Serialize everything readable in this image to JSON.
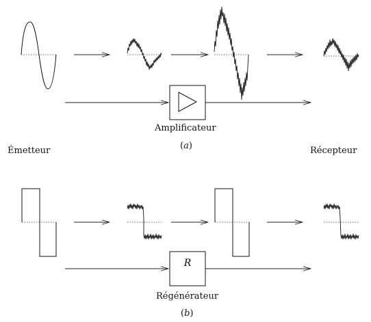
{
  "panel_a": {
    "box_label": "Amplificateur",
    "caption_open": "(",
    "caption_letter": "a",
    "caption_close": ")"
  },
  "panel_b": {
    "box_label": "Régénérateur",
    "box_symbol": "R",
    "caption_open": "(",
    "caption_letter": "b",
    "caption_close": ")"
  },
  "labels": {
    "emitter": "Émetteur",
    "receiver": "Récepteur"
  }
}
